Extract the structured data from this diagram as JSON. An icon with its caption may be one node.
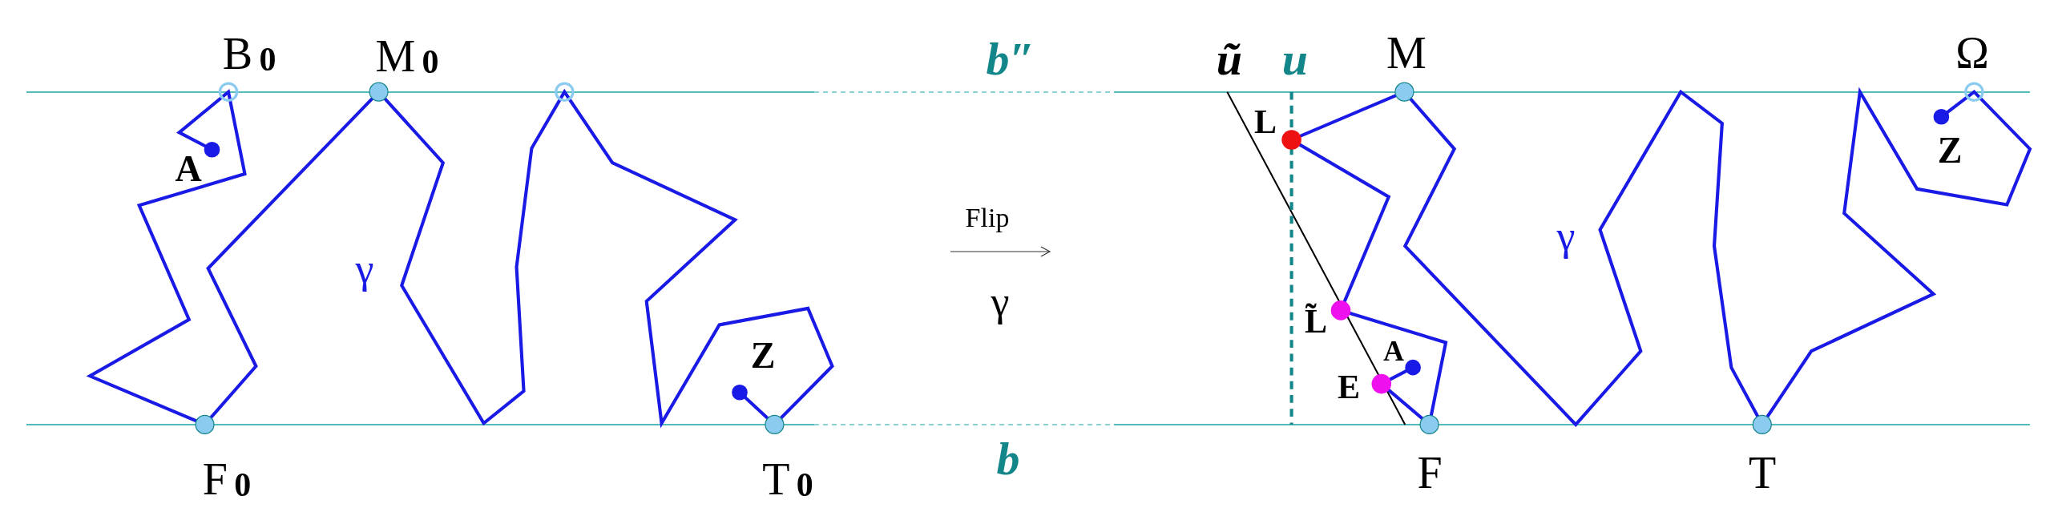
{
  "diagram": {
    "labels": [
      "B$_{0}$",
      "M$_{0}$",
      "b″",
      "ũ",
      "u",
      "M",
      "Ω",
      "L",
      "A",
      "Z",
      "γ",
      "Flip",
      "γ",
      "γ",
      "Z",
      "L̃",
      "A",
      "E",
      "F$_{0}$",
      "T$_{0}$",
      "b",
      "F",
      "T"
    ]
  }
}
